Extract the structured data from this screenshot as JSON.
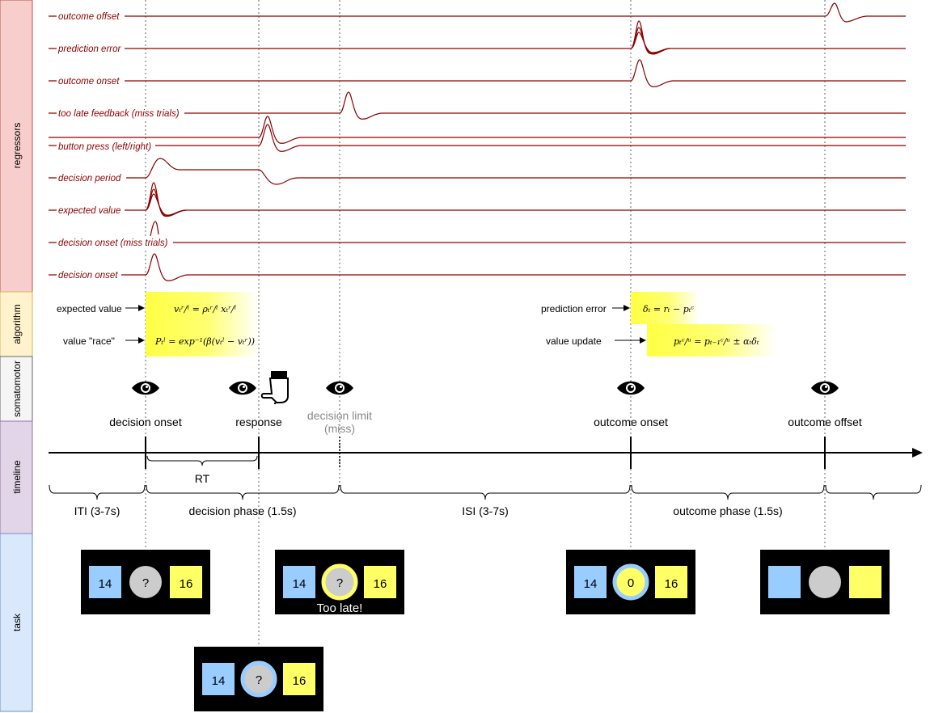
{
  "bands": [
    {
      "id": "regressors",
      "label": "regressors",
      "fill": "#f8cecc",
      "stroke": "#b85450"
    },
    {
      "id": "algorithm",
      "label": "algorithm",
      "fill": "#fff2cc",
      "stroke": "#d6b656"
    },
    {
      "id": "somatomotor",
      "label": "somatomotor",
      "fill": "#f5f5f5",
      "stroke": "#666666"
    },
    {
      "id": "timeline",
      "label": "timeline",
      "fill": "#e1d5e7",
      "stroke": "#9673a6"
    },
    {
      "id": "task",
      "label": "task",
      "fill": "#dae8fc",
      "stroke": "#6c8ebf"
    }
  ],
  "regressors": [
    {
      "label": "outcome offset",
      "event": "outcome offset"
    },
    {
      "label": "prediction error",
      "event": "outcome onset (parametric)"
    },
    {
      "label": "outcome onset",
      "event": "outcome onset"
    },
    {
      "label": "too late feedback (miss trials)",
      "event": "decision limit"
    },
    {
      "label": "button press (left/right)",
      "event": "response"
    },
    {
      "label": "decision period",
      "event": "decision onset to response"
    },
    {
      "label": "expected value",
      "event": "decision onset (parametric)"
    },
    {
      "label": "decision onset (miss trials)",
      "event": "decision onset"
    },
    {
      "label": "decision onset",
      "event": "decision onset"
    }
  ],
  "algorithm": {
    "left": [
      {
        "label": "expected value",
        "equation": "vₜʳ/ˡ = ρₜʳ/ˡ xₜʳ/ˡ"
      },
      {
        "label": "value \"race\"",
        "equation": "Pₜˡ = exp⁻¹(β(vₜˡ − vₜʳ))"
      }
    ],
    "right": [
      {
        "label": "prediction error",
        "equation": "δₜ = rₜ − pₜᶜ"
      },
      {
        "label": "value update",
        "equation": "pₜᶜ/ᵘ = pₜ₋₁ᶜ/ᵘ ± αₜδₜ"
      }
    ],
    "highlight_color": "#ffff44"
  },
  "somatomotor": {
    "icons": [
      "eye-icon",
      "eye-icon",
      "hand-pointer-icon",
      "eye-icon",
      "eye-icon",
      "eye-icon"
    ]
  },
  "events": [
    {
      "label": "decision onset",
      "muted": false
    },
    {
      "label": "response",
      "muted": false
    },
    {
      "label": "decision limit",
      "label2": "(miss)",
      "muted": true
    },
    {
      "label": "outcome onset",
      "muted": false
    },
    {
      "label": "outcome offset",
      "muted": false
    }
  ],
  "timeline": {
    "rt_label": "RT",
    "phases": [
      "ITI (3-7s)",
      "decision phase (1.5s)",
      "ISI (3-7s)",
      "outcome phase (1.5s)"
    ]
  },
  "task": {
    "screens": [
      {
        "left": "14",
        "center": "?",
        "right": "16",
        "ring": "none",
        "msg": ""
      },
      {
        "left": "14",
        "center": "?",
        "right": "16",
        "ring": "yellow",
        "msg": "Too late!"
      },
      {
        "left": "14",
        "center": "0",
        "right": "16",
        "ring": "blue",
        "center_fill": "yellow",
        "msg": ""
      },
      {
        "left": "",
        "center": "",
        "right": "",
        "ring": "none",
        "msg": ""
      },
      {
        "left": "14",
        "center": "?",
        "right": "16",
        "ring": "blue",
        "msg": ""
      }
    ],
    "colors": {
      "blue": "#99ccff",
      "yellow": "#ffff66",
      "grey": "#cccccc",
      "black": "#000000"
    }
  }
}
